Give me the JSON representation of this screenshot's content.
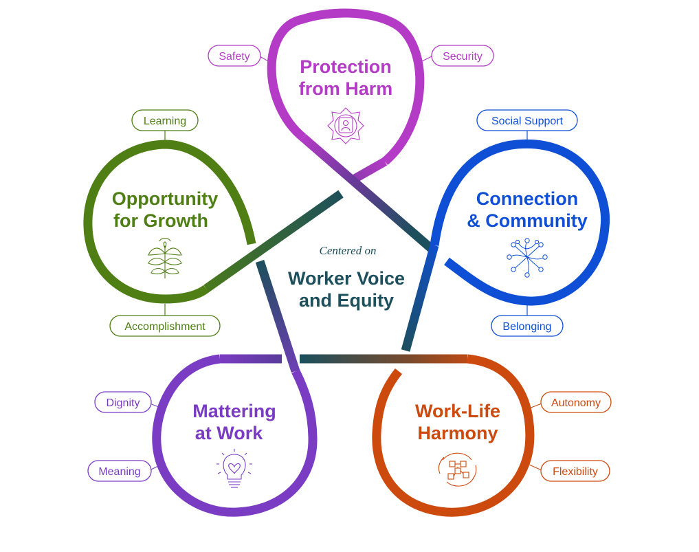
{
  "center": {
    "subtitle": "Centered on",
    "title_line1": "Worker Voice",
    "title_line2": "and Equity",
    "color": "#1d4f5c"
  },
  "loops": {
    "protection": {
      "title_line1": "Protection",
      "title_line2": "from Harm",
      "color": "#b43bc6",
      "icon": "person-shield-icon",
      "tags": [
        "Safety",
        "Security"
      ]
    },
    "connection": {
      "title_line1": "Connection",
      "title_line2": "& Community",
      "color": "#0e4fd6",
      "icon": "network-icon",
      "tags": [
        "Social Support",
        "Belonging"
      ]
    },
    "worklife": {
      "title_line1": "Work-Life",
      "title_line2": "Harmony",
      "color": "#cc4a0e",
      "icon": "flow-icon",
      "tags": [
        "Autonomy",
        "Flexibility"
      ]
    },
    "mattering": {
      "title_line1": "Mattering",
      "title_line2": "at Work",
      "color": "#7a3cc2",
      "icon": "lightbulb-icon",
      "tags": [
        "Dignity",
        "Meaning"
      ]
    },
    "growth": {
      "title_line1": "Opportunity",
      "title_line2": "for Growth",
      "color": "#4e7e14",
      "icon": "plant-icon",
      "tags": [
        "Learning",
        "Accomplishment"
      ]
    }
  },
  "center_color": "#1d4f5c"
}
